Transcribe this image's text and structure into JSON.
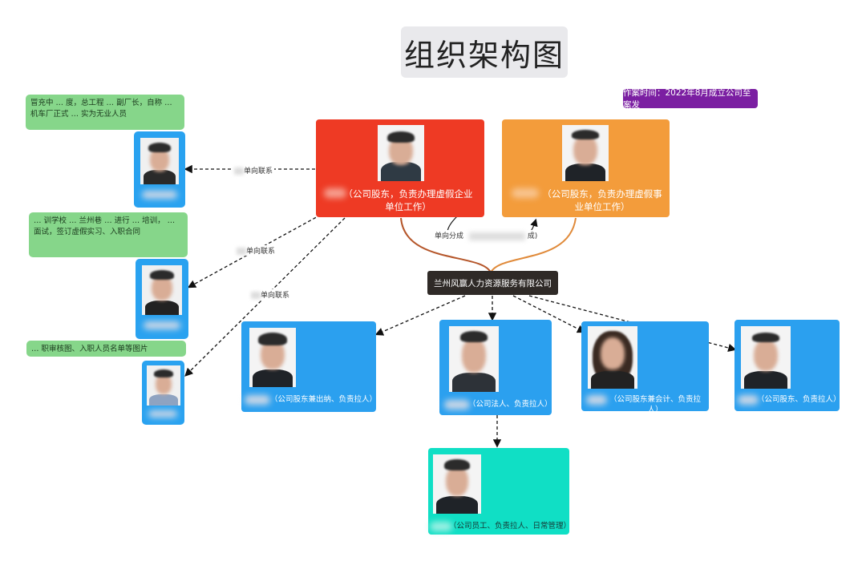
{
  "title": "组织架构图",
  "time_tag": "作案时间：2022年8月成立公司至案发",
  "company": "兰州风赢人力资源服务有限公司",
  "edge_labels": {
    "one_way_1": "单向联系",
    "one_way_2": "单向联系",
    "one_way_3": "单向联系",
    "one_way_split": "单向分成",
    "split_suffix": "成)"
  },
  "top_cards": {
    "left_text": "（公司股东，负责办理虚假企业单位工作）",
    "right_text": "（公司股东，负责办理虚假事业单位工作）"
  },
  "left_notes": {
    "note1": "冒充中 … 度，总工程 … 副厂长，自称 … 机车厂正式 … 实为无业人员",
    "note2": "… 训学校 … 兰州巷 … 进行 … 培训， … 面试，签订虚假实习、入职合同",
    "note3": "… 职审核图、入职人员名单等图片"
  },
  "blue_cards": {
    "card1_text": "（公司股东兼出纳、负责拉人）",
    "card2_text": "（公司法人、负责拉人）",
    "card3_text": "（公司股东兼会计、负责拉人）",
    "card4_text": "（公司股东、负责拉人）"
  },
  "teal_card_text": "（公司员工、负责拉人、日常管理）",
  "colors": {
    "red": "#ee3a24",
    "orange": "#f39c3b",
    "blue": "#2ba0ef",
    "teal": "#10dfc5",
    "green": "#86d68a",
    "purple": "#7b1fa2",
    "dark": "#2f2a27"
  }
}
